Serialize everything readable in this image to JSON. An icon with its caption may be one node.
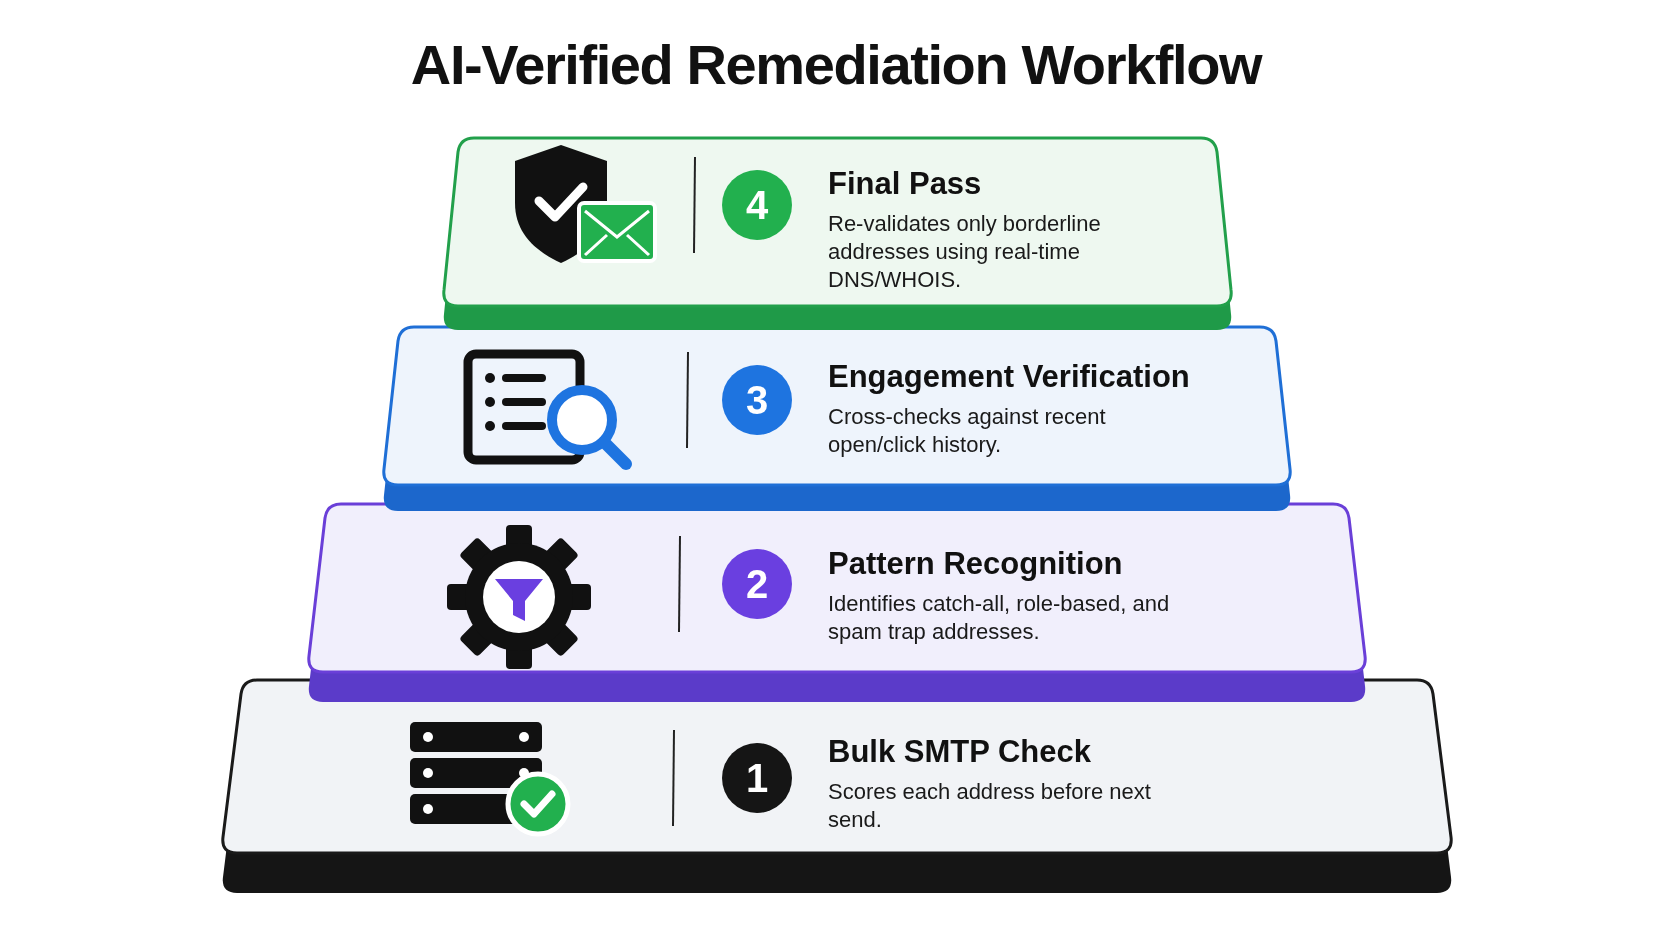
{
  "diagram": {
    "title": "AI-Verified Remediation Workflow",
    "nodes": [
      {
        "text": [
          "Final Pass",
          "Re-validates only borderline addresses using real-time DNS/WHOIS."
        ]
      },
      {
        "text": [
          "4"
        ],
        "in": 0
      },
      {
        "text": [
          "Engagement Verification",
          "Cross-checks against recent open/click history."
        ]
      },
      {
        "text": [
          "3"
        ],
        "in": 2
      },
      {
        "text": [
          "Pattern Recognition",
          "Identifies catch-all, role-based, and spam trap addresses."
        ]
      },
      {
        "text": [
          "2"
        ],
        "in": 4
      },
      {
        "text": [
          "Bulk SMTP Check",
          "Scores each address before next send."
        ]
      },
      {
        "text": [
          "1"
        ],
        "in": 6
      }
    ]
  }
}
